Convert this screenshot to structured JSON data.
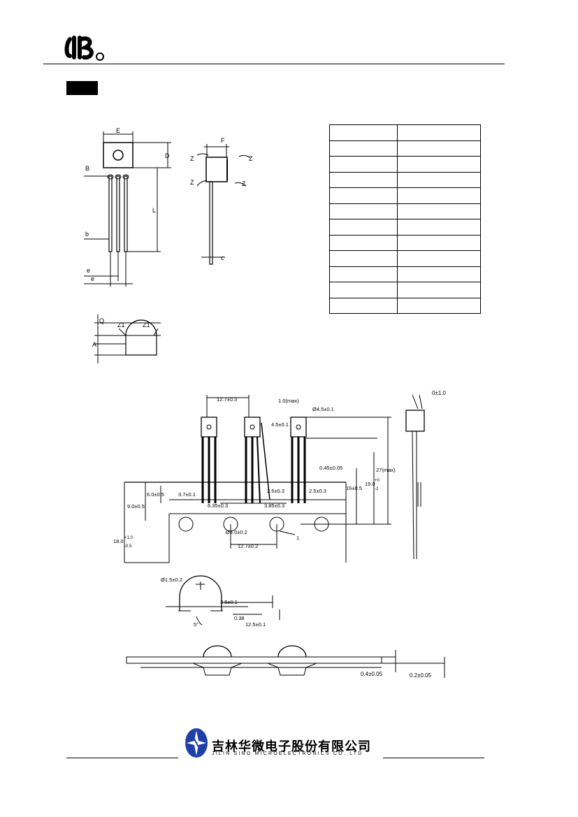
{
  "company": {
    "name_cn": "吉林华微电子股份有限公司",
    "name_en": "JILIN  SINO  MICROELECTRONICS  CO.,LTD"
  },
  "drawing_labels": {
    "E": "E",
    "D": "D",
    "B": "B",
    "L": "L",
    "b": "b",
    "e": "e",
    "e2": "e",
    "F": "F",
    "Z": "Z",
    "c": "c",
    "Q": "Q",
    "A": "A",
    "Z1": "Z1"
  },
  "tape_labels": {
    "pitch_top": "12.7±0.3",
    "lead_max": "1.0(max)",
    "hole_top": "Ø4.5±0.1",
    "body_h": "4.5±0.1",
    "lead_w": "0.45±0.05",
    "overall": "27(max)",
    "h16": "16±0.5",
    "h19": "19.0",
    "h19_tol_top": "+0",
    "h19_tol_bot": "-2",
    "h6": "6.0±0.5",
    "h9": "9.0±0.5",
    "w37": "3.7±0.1",
    "spread25a": "2.5±0.3",
    "spread25b": "2.5±0.3",
    "p635": "6.35±0.3",
    "p385": "3.85±0.3",
    "hole": "Ø4.0±0.2",
    "pitch_bottom": "12.7±0.2",
    "h18": "18.0",
    "h18_tol_top": "+1.0",
    "h18_tol_bot": "-0.5",
    "one": "1",
    "side_tol": "0±1.0"
  },
  "profile_labels": {
    "d15": "Ø1.5±0.2",
    "h35": "3.5±0.1",
    "w038": "0.38",
    "w125": "12.5±0.1",
    "ang": "5°"
  },
  "thickness_labels": {
    "t04": "0.4±0.05",
    "t02": "0.2±0.05"
  },
  "dimension_table": {
    "rows": [
      [
        "",
        ""
      ],
      [
        "",
        ""
      ],
      [
        "",
        ""
      ],
      [
        "",
        ""
      ],
      [
        "",
        ""
      ],
      [
        "",
        ""
      ],
      [
        "",
        ""
      ],
      [
        "",
        ""
      ],
      [
        "",
        ""
      ],
      [
        "",
        ""
      ],
      [
        "",
        ""
      ],
      [
        "",
        ""
      ]
    ]
  }
}
